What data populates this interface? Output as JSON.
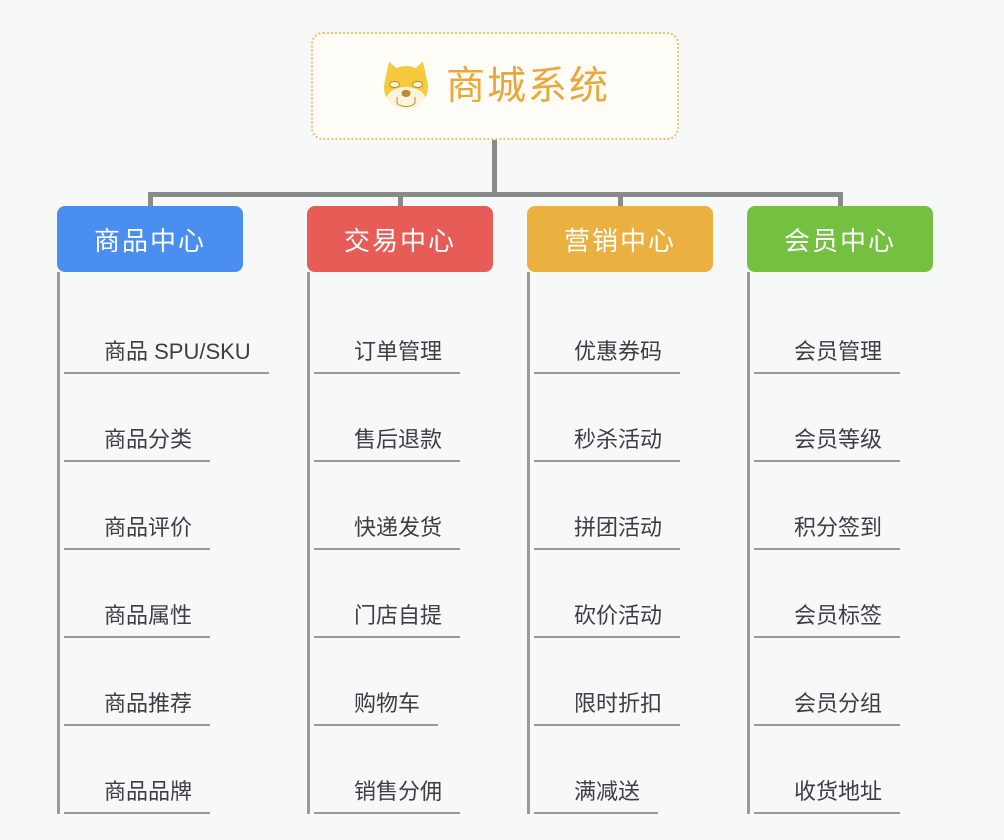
{
  "page": {
    "background_color": "#f7f8f8",
    "connector_color": "#8a8a8a"
  },
  "root": {
    "title": "商城系统",
    "icon": "dog-face-icon",
    "text_color": "#e8a93a",
    "border_color": "#f0c070",
    "background_color": "#fffdf8"
  },
  "branches": [
    {
      "id": "product-center",
      "label": "商品中心",
      "color": "#4a8ef0",
      "items": [
        {
          "label": "商品 SPU/SKU"
        },
        {
          "label": "商品分类"
        },
        {
          "label": "商品评价"
        },
        {
          "label": "商品属性"
        },
        {
          "label": "商品推荐"
        },
        {
          "label": "商品品牌"
        }
      ]
    },
    {
      "id": "trade-center",
      "label": "交易中心",
      "color": "#e75c57",
      "items": [
        {
          "label": "订单管理"
        },
        {
          "label": "售后退款"
        },
        {
          "label": "快递发货"
        },
        {
          "label": "门店自提"
        },
        {
          "label": "购物车"
        },
        {
          "label": "销售分佣"
        }
      ]
    },
    {
      "id": "marketing-center",
      "label": "营销中心",
      "color": "#eab040",
      "items": [
        {
          "label": "优惠券码"
        },
        {
          "label": "秒杀活动"
        },
        {
          "label": "拼团活动"
        },
        {
          "label": "砍价活动"
        },
        {
          "label": "限时折扣"
        },
        {
          "label": "满减送"
        }
      ]
    },
    {
      "id": "member-center",
      "label": "会员中心",
      "color": "#74c141",
      "items": [
        {
          "label": "会员管理"
        },
        {
          "label": "会员等级"
        },
        {
          "label": "积分签到"
        },
        {
          "label": "会员标签"
        },
        {
          "label": "会员分组"
        },
        {
          "label": "收货地址"
        }
      ]
    }
  ]
}
